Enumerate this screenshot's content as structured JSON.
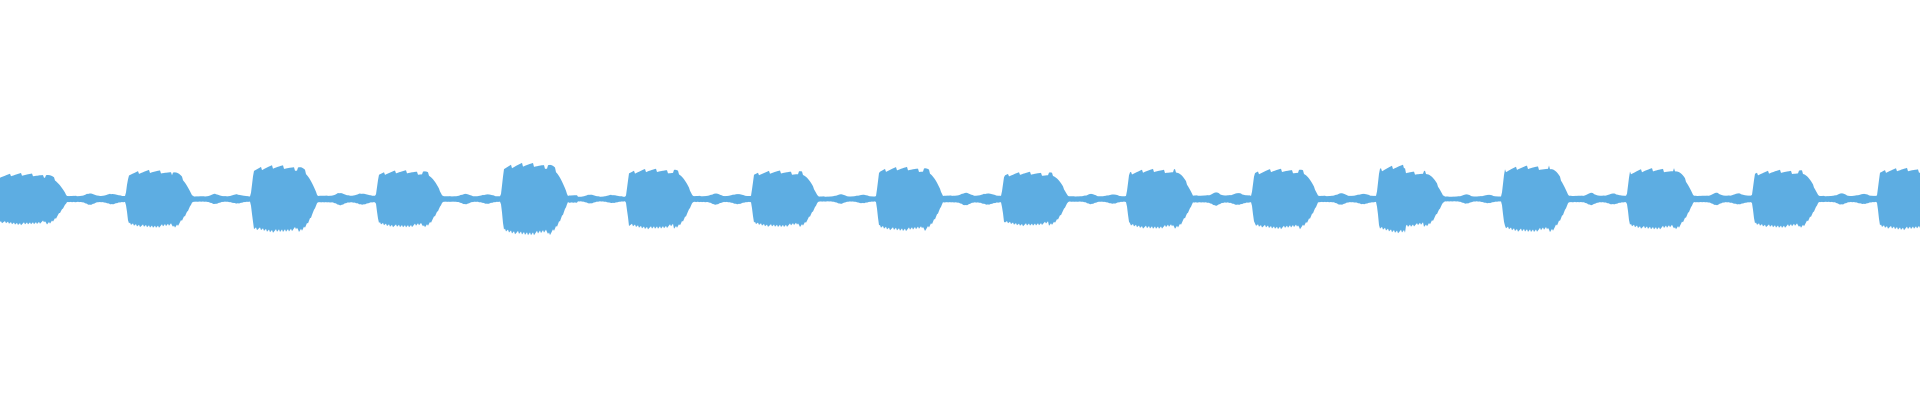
{
  "waveform": {
    "color": "#5dade2",
    "segment_count": 16,
    "segments": [
      {
        "level": 0.78,
        "seed": 11,
        "kind": "edge-left"
      },
      {
        "level": 0.92,
        "seed": 23
      },
      {
        "level": 0.98,
        "seed": 37
      },
      {
        "level": 0.9,
        "seed": 41
      },
      {
        "level": 1.0,
        "seed": 53
      },
      {
        "level": 0.92,
        "seed": 67
      },
      {
        "level": 0.93,
        "seed": 71
      },
      {
        "level": 0.92,
        "seed": 83
      },
      {
        "level": 0.86,
        "seed": 97
      },
      {
        "level": 0.85,
        "seed": 101
      },
      {
        "level": 0.9,
        "seed": 113
      },
      {
        "level": 0.94,
        "seed": 127
      },
      {
        "level": 0.98,
        "seed": 131
      },
      {
        "level": 0.9,
        "seed": 149
      },
      {
        "level": 0.88,
        "seed": 151
      },
      {
        "level": 1.0,
        "seed": 163,
        "kind": "edge-right"
      }
    ]
  }
}
